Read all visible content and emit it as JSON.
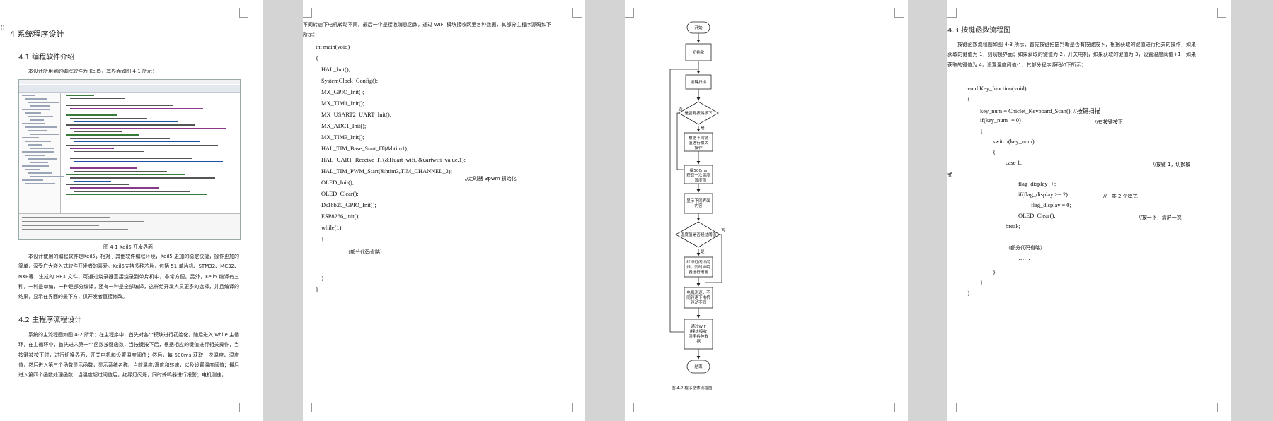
{
  "page1": {
    "h_chapter": "4 系统程序设计",
    "h_41": "4.1 编程软件介绍",
    "intro": "本设计所用到的编程软件为 Keil5，其界面如图 4-1 所示：",
    "figure_caption": "图 4-1 Keil5 开发界面",
    "para_keil": "本设计使用的编程软件是Keil5，相对于其他软件编程环境，Keil5 更加的稳定快捷，操作更加的简单，深受广大嵌入式软件开发者的喜爱。Keil5支持多种芯片，包括 51 单片机、STM32、MC32、NXP等，生成的 HEX 文件，可通过烧录器直接烧录到单片机中，非常方便。另外，Keil5 编译有三种，一种是单编，一种是部分编译，还有一种是全部编译，这样给开发人员更多的选择，并且编译的结果，显示在界面的最下方，供开发者直接修改。",
    "h_42": "4.2 主程序流程设计",
    "para_main": "系统的主流程图如图 4-2 所示：在主程序中，首先对各个模块进行初始化，随后进入 while 主循环，在主循环中，首先进入第一个函数按键函数，当按键按下后，根据相应的键值进行相关操作，当按键被按下时，进行切换界面，开关电机和设置温度阈值；然后，每 500ms 获取一次温度、湿度值，然后进入第三个函数显示函数，显示系统名称、当前温度/湿度和转速，以及设置温度阈值；最后进入第四个函数处理函数，当温度超过阈值后，红绿灯闪烁，同时蜂鸣器进行报警；电机测速，"
  },
  "page2": {
    "lead_text": "不同转速下电机转动不同。最后一个是接收消息函数，通过 WIFI 模块接收网里各种数据，其部分主程序源码如下所示：",
    "code_lines": [
      "int main(void)",
      "{",
      "HAL_Init();",
      "SystemClock_Config();",
      "MX_GPIO_Init();",
      "MX_TIM1_Init();",
      "MX_USART2_UART_Init();",
      "MX_ADC1_Init();",
      "MX_TIM3_Init();",
      "HAL_TIM_Base_Start_IT(&htim1);",
      "HAL_UART_Receive_IT(&Huart_wifi, &uartwifi_value,1);",
      "HAL_TIM_PWM_Start(&htim3,TIM_CHANNEL_3);",
      "OLED_Init();",
      "OLED_Clear();",
      "Ds18b20_GPIO_Init();",
      "ESP8266_init();",
      "while(1)",
      "{",
      "（部分代码省略）",
      "……",
      "}",
      "}"
    ],
    "pwm_comment": "//定时器 3pwm 初始化"
  },
  "page3": {
    "start": "开始",
    "init": "初始化",
    "scan": "按键扫描",
    "key_decision": "是否有按键按下",
    "key_action": "根据不同键值进行相关操作",
    "temp_read": "每500ms获取一次温度、湿度值",
    "display": "显示不同界面内容",
    "temp_decision": "温度值是否超过阈值",
    "alarm": "红绿灯闪烁闪烁，同时蜂鸣器进行报警",
    "motor": "电机测速，不同转速下电机转动不同",
    "wifi": "通过WIFI模块接收网里各种数据",
    "end": "结束",
    "yes": "是",
    "no": "否",
    "caption": "图 4-2 程序总体流程图"
  },
  "page4": {
    "h_43": "4.3 按键函数流程图",
    "intro": "按键函数流程图如图 4-3 所示，首先按键扫描判断是否有按键按下，根据获取的键值进行相关的操作，如果获取的键值为 1，则切换界面；如果获取的键值为 2，开关电机，如果获取的键值为 3，设置温度阈值+1，如果获取的键值为 4，设置温度阈值-1，其部分程序源码如下所示：",
    "code": {
      "l1": "void Key_function(void)",
      "l2": "{",
      "l3": "key_num = Chiclet_Keyboard_Scan(); //按键扫描",
      "l4": "if(key_num != 0)",
      "c4": "//有按键按下",
      "l5": "{",
      "l6": "switch(key_num)",
      "l7": "{",
      "l8": "case 1:",
      "c8": "//按键 1，切换模",
      "l8b": "式",
      "l9": "flag_display++;",
      "l10": "if(flag_display >= 2)",
      "c10": "//一共 2 个模式",
      "l11": "flag_display = 0;",
      "l12": "OLED_Clear();",
      "c12": "//按一下，清屏一次",
      "l13": "break;",
      "l14": "（部分代码省略）",
      "l15": "……",
      "l16": "}",
      "l17": "}",
      "l18": "}"
    }
  },
  "colors": {
    "page_bg": "#ffffff",
    "desk_bg": "#d6d6d6",
    "text": "#222222"
  }
}
